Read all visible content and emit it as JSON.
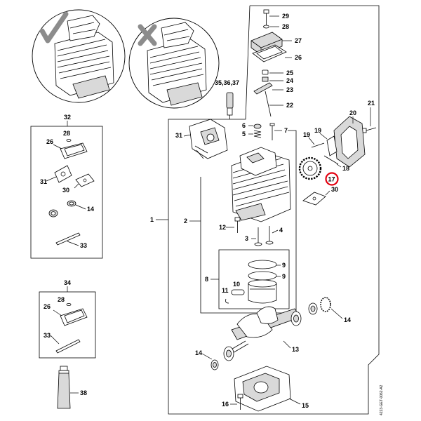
{
  "diagram": {
    "labels": {
      "p29": "29",
      "p28a": "28",
      "p27": "27",
      "p26a": "26",
      "p25": "25",
      "p24": "24",
      "p23": "23",
      "p22": "22",
      "p35_37": "35,36,37",
      "p21": "21",
      "p20": "20",
      "p19a": "19",
      "p19b": "19",
      "p18": "18",
      "p17": "17",
      "p30a": "30",
      "p32": "32",
      "p28b": "28",
      "p26b": "26",
      "p31a": "31",
      "p30b": "30",
      "p14a": "14",
      "p33a": "33",
      "p31b": "31",
      "p6": "6",
      "p5": "5",
      "p7": "7",
      "p1": "1",
      "p2": "2",
      "p12": "12",
      "p3": "3",
      "p4": "4",
      "p9a": "9",
      "p9b": "9",
      "p8": "8",
      "p10": "10",
      "p11": "11",
      "p34": "34",
      "p28c": "28",
      "p26c": "26",
      "p33b": "33",
      "p14b": "14",
      "p13": "13",
      "p14c": "14",
      "p38": "38",
      "p16": "16",
      "p15": "15"
    },
    "highlight_label": "17",
    "highlight_color": "#e3000f",
    "drawing_code": "4223-GET-0062-A2",
    "check_icon": "check-mark-icon",
    "cross_icon": "cross-mark-icon"
  }
}
